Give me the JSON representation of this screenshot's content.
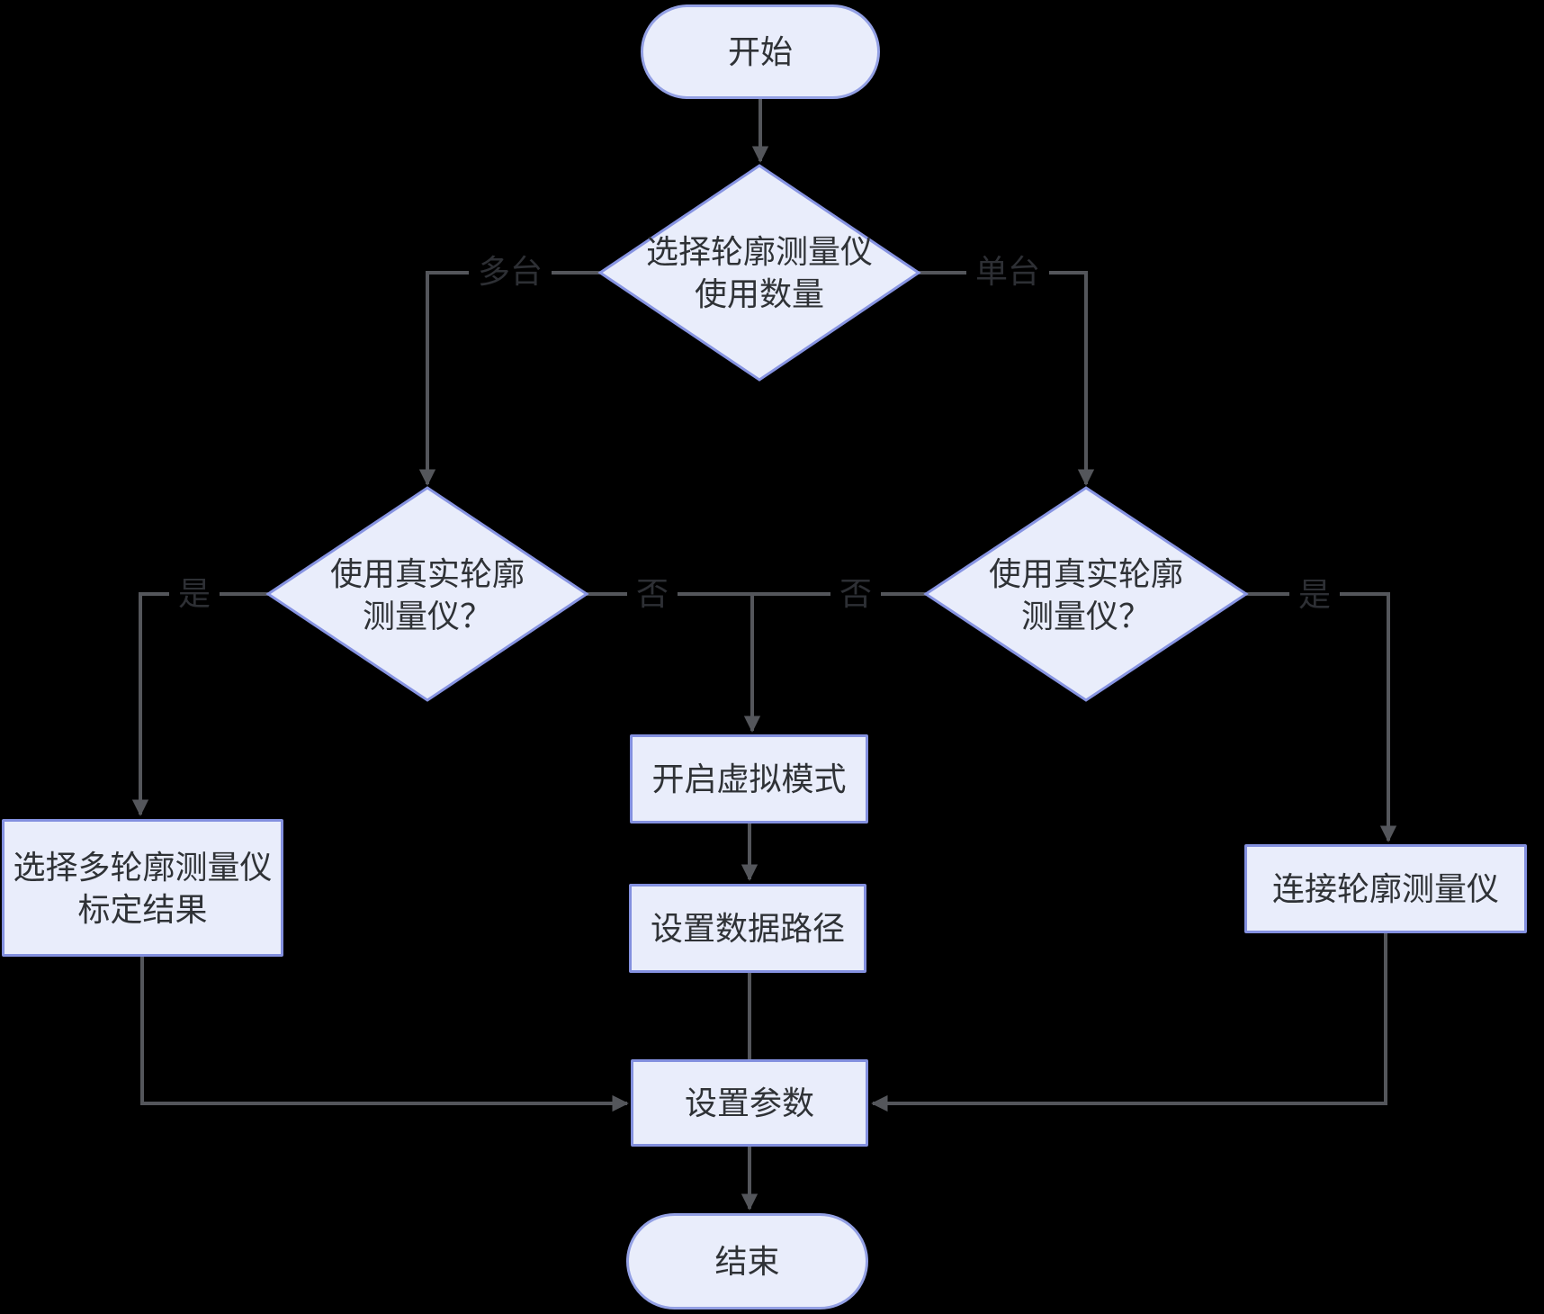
{
  "canvas": {
    "background": "#000000"
  },
  "colors": {
    "node_fill": "#E9EDFB",
    "node_border": "#8390DF",
    "node_text": "#2F3236",
    "connector": "#54565B",
    "edge_label_text": "#2D2F34"
  },
  "nodes": {
    "start": "开始",
    "count_decision": "选择轮廓测量仪\n使用数量",
    "multi_real_decision": "使用真实轮廓\n测量仪？",
    "single_real_decision": "使用真实轮廓\n测量仪？",
    "virtual_mode": "开启虚拟模式",
    "data_path": "设置数据路径",
    "calibration_result": "选择多轮廓测量仪\n标定结果",
    "connect_profiler": "连接轮廓测量仪",
    "set_params": "设置参数",
    "end": "结束"
  },
  "edge_labels": {
    "multi": "多台",
    "single": "单台",
    "yes_left": "是",
    "no_left": "否",
    "no_right": "否",
    "yes_right": "是"
  }
}
